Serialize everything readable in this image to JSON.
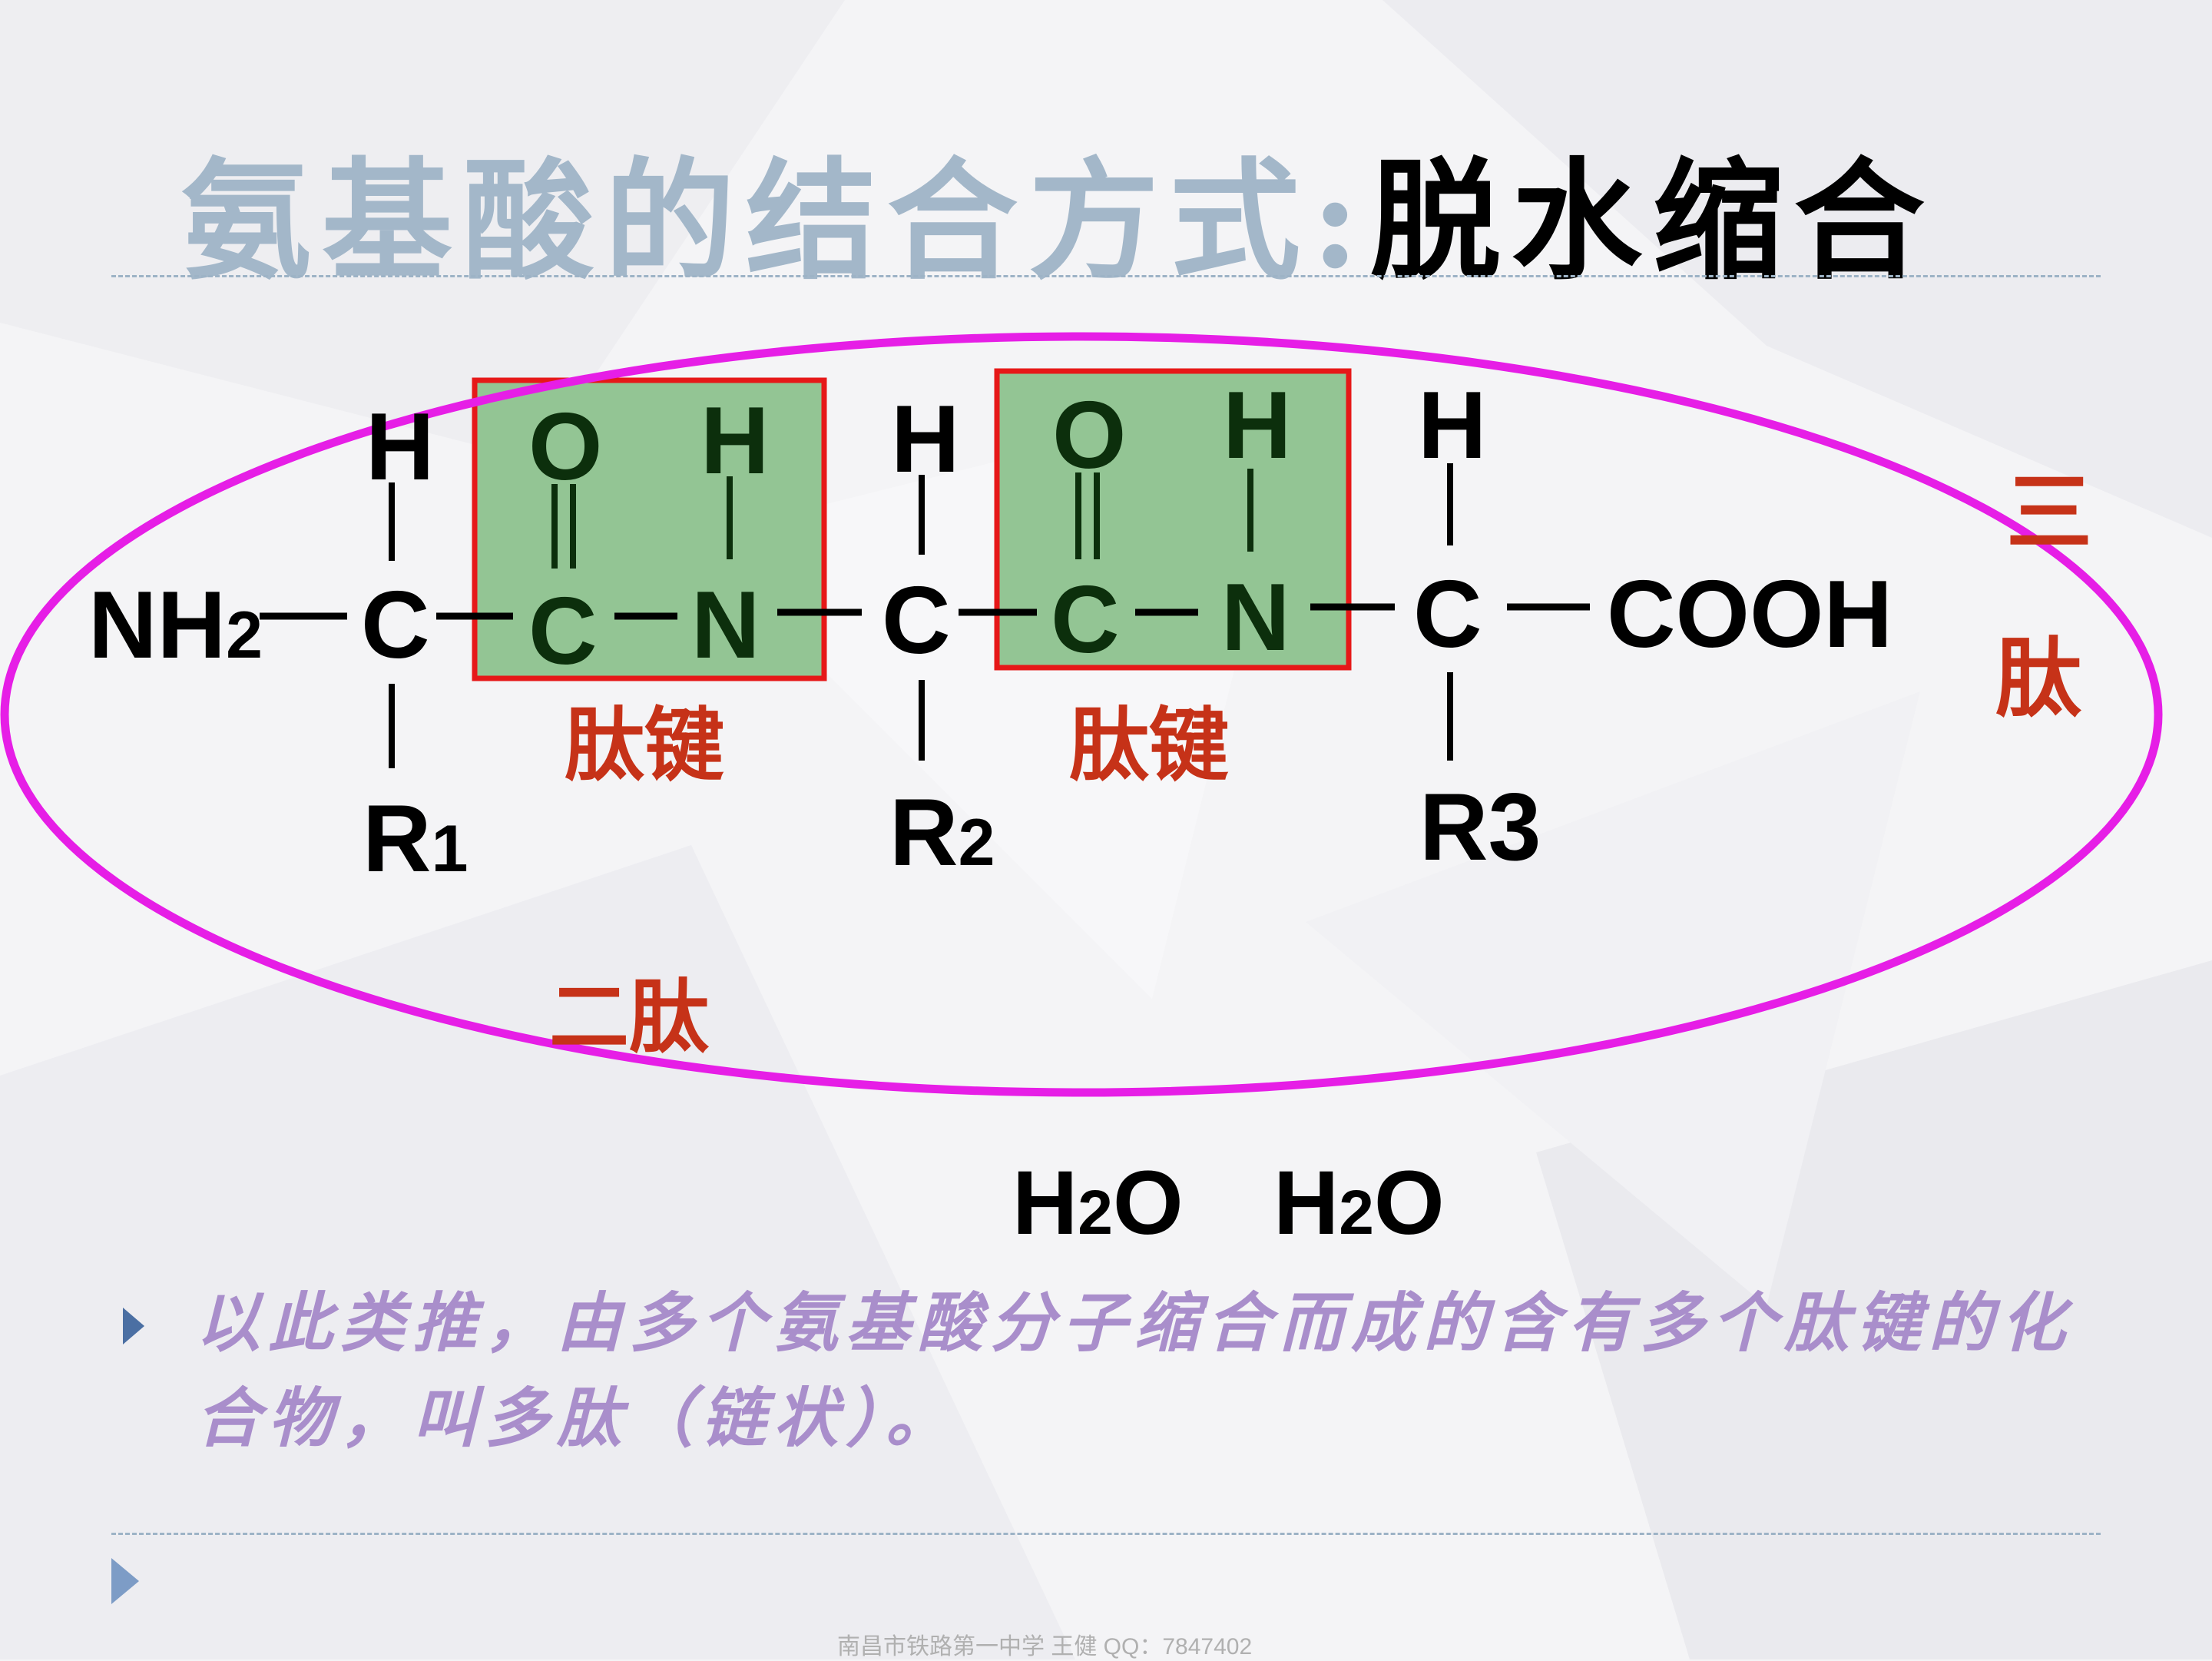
{
  "title": {
    "prefix": "氨基酸的结合方式:",
    "highlight": "脱水缩合"
  },
  "colors": {
    "title_prefix": "#a3b7c9",
    "title_highlight": "#000000",
    "peptide_bond_box_fill": "#93c594",
    "peptide_bond_box_border": "#e61818",
    "ellipse": "#e61ee6",
    "label_red": "#c63218",
    "paragraph": "#a98ecb"
  },
  "structure": {
    "nh2": "NH",
    "nh2_sub": "2",
    "h1": "H",
    "c1": "C",
    "r1": "R",
    "r1_sub": "1",
    "box1_o": "O",
    "box1_h": "H",
    "box1_c": "C",
    "box1_n": "N",
    "h2": "H",
    "c2": "C",
    "r2": "R",
    "r2_sub": "2",
    "box2_o": "O",
    "box2_h": "H",
    "box2_c": "C",
    "box2_n": "N",
    "h3": "H",
    "c3": "C",
    "r3": "R3",
    "cooh": "COOH"
  },
  "labels": {
    "peptide_bond_1": "肽键",
    "peptide_bond_2": "肽键",
    "dipeptide": "二肽",
    "tripeptide_1": "三",
    "tripeptide_2": "肽"
  },
  "water": {
    "w1_h": "H",
    "w1_sub": "2",
    "w1_o": "O",
    "w2_h": "H",
    "w2_sub": "2",
    "w2_o": "O"
  },
  "paragraph": "以此类推，由多个氨基酸分子缩合而成的含有多个肽键的化合物，叫多肽（链状）。",
  "footer": "南昌市铁路第一中学  王健    QQ：7847402"
}
